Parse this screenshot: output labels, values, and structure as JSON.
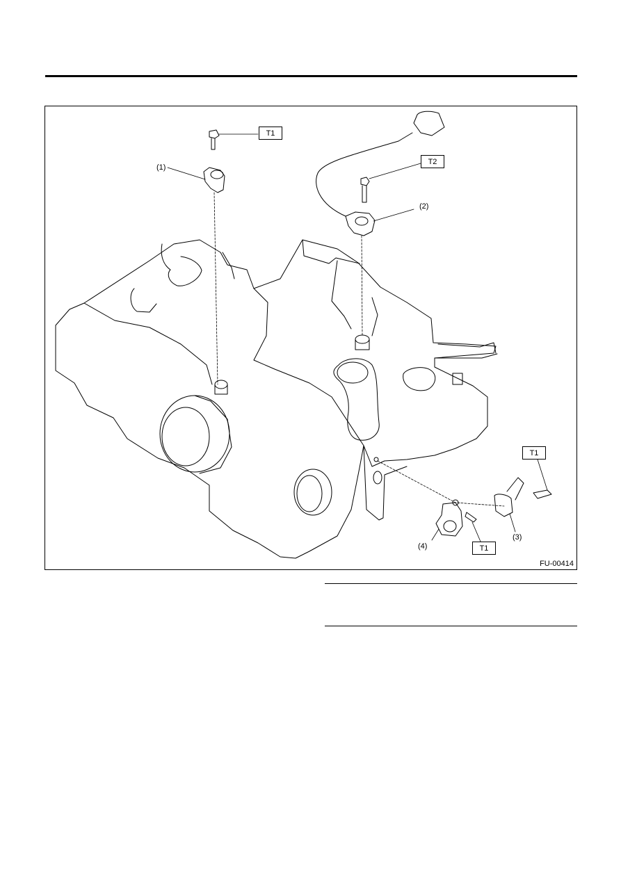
{
  "figure": {
    "figure_id": "FU-00414",
    "callouts": [
      "(1)",
      "(2)",
      "(3)",
      "(4)"
    ],
    "torque_tags": [
      "T1",
      "T2",
      "T1",
      "T1"
    ]
  }
}
